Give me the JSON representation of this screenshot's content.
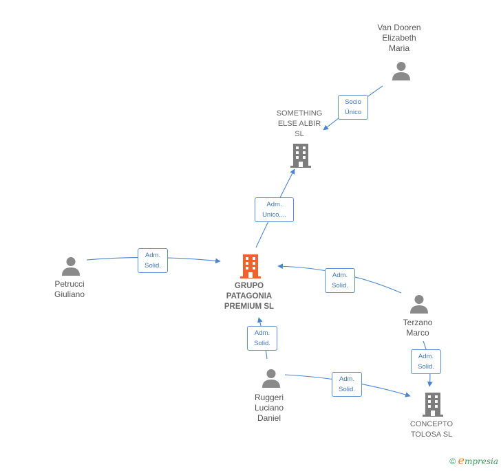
{
  "nodes": {
    "van_dooren": {
      "label": "Van Dooren\nElizabeth\nMaria",
      "type": "person"
    },
    "something_else": {
      "label": "SOMETHING\nELSE ALBIR\nSL",
      "type": "company"
    },
    "grupo_patagonia": {
      "label": "GRUPO\nPATAGONIA\nPREMIUM  SL",
      "type": "company-main"
    },
    "petrucci": {
      "label": "Petrucci\nGiuliano",
      "type": "person"
    },
    "terzano": {
      "label": "Terzano\nMarco",
      "type": "person"
    },
    "ruggeri": {
      "label": "Ruggeri\nLuciano\nDaniel",
      "type": "person"
    },
    "concepto": {
      "label": "CONCEPTO\nTOLOSA  SL",
      "type": "company"
    }
  },
  "edges": {
    "socio_unico": "Socio\nÚnico",
    "adm_unico": "Adm.\nUnico,...",
    "adm_solid_petrucci": "Adm.\nSolid.",
    "adm_solid_terzano_grupo": "Adm.\nSolid.",
    "adm_solid_ruggeri_grupo": "Adm.\nSolid.",
    "adm_solid_terzano_concepto": "Adm.\nSolid.",
    "adm_solid_ruggeri_concepto": "Adm.\nSolid."
  },
  "colors": {
    "edge": "#4a86d0",
    "person_icon": "#8a8a8a",
    "company_icon": "#7d7d7d",
    "main_company_icon": "#f0612f"
  },
  "footer": {
    "copyright_symbol": "©",
    "brand_initial": "e",
    "brand_rest": "mpresia"
  }
}
